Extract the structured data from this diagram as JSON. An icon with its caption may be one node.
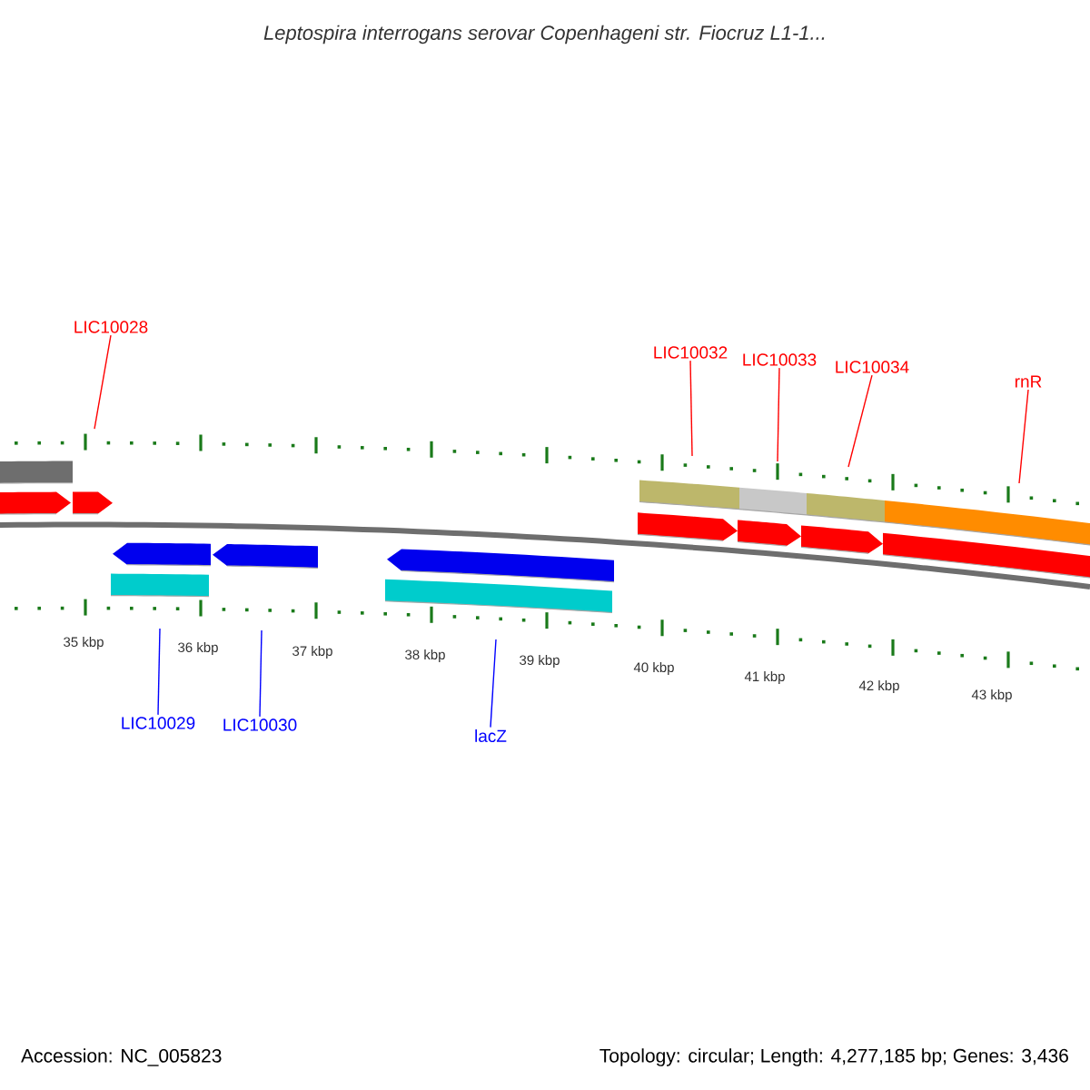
{
  "diagram": {
    "title": "Leptospira interrogans serovar Copenhageni str. Fiocruz L1-1...",
    "nodes": [
      {
        "text": [
          "LIC10028"
        ]
      },
      {
        "text": [
          "LIC10032"
        ]
      },
      {
        "text": [
          "LIC10033"
        ]
      },
      {
        "text": [
          "LIC10034"
        ]
      },
      {
        "text": [
          "rnR"
        ]
      },
      {
        "text": [
          "LIC10029"
        ]
      },
      {
        "text": [
          "LIC10030"
        ]
      },
      {
        "text": [
          "lacZ"
        ]
      }
    ],
    "edges": [
      {
        "from": 0,
        "to": null,
        "arrow": "none"
      },
      {
        "from": 1,
        "to": null,
        "arrow": "none"
      },
      {
        "from": 2,
        "to": null,
        "arrow": "none"
      },
      {
        "from": 3,
        "to": null,
        "arrow": "none"
      },
      {
        "from": 4,
        "to": null,
        "arrow": "none"
      },
      {
        "from": 5,
        "to": null,
        "arrow": "none",
        "color": "#0000ff"
      },
      {
        "from": 6,
        "to": null,
        "arrow": "none",
        "color": "#0000ff"
      },
      {
        "from": 7,
        "to": null,
        "arrow": "none",
        "color": "#0000ff"
      }
    ],
    "labels": [
      "35 kbp",
      "36 kbp",
      "37 kbp",
      "38 kbp",
      "39 kbp",
      "40 kbp",
      "41 kbp",
      "42 kbp",
      "43 kbp",
      "Accession: NC_005823",
      "Topology: circular; Length: 4,277,185 bp; Genes: 3,436"
    ]
  }
}
